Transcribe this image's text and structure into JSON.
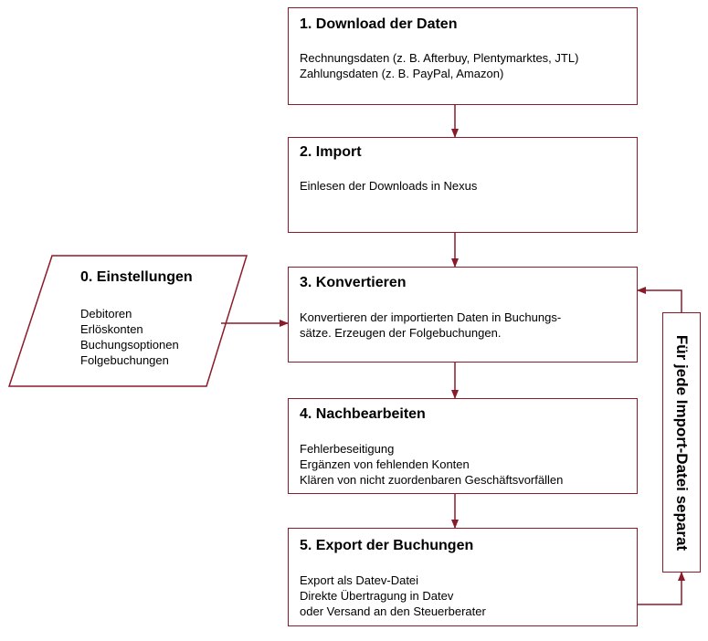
{
  "steps": [
    {
      "title": "1.  Download der Daten",
      "lines": [
        "Rechnungsdaten (z. B. Afterbuy, Plentymarktes, JTL)",
        "Zahlungsdaten (z. B. PayPal, Amazon)"
      ]
    },
    {
      "title": "2.  Import",
      "lines": [
        "Einlesen der Downloads in Nexus"
      ]
    },
    {
      "title": "3.  Konvertieren",
      "lines": [
        "Konvertieren der importierten Daten in Buchungs-",
        "sätze. Erzeugen der Folgebuchungen."
      ]
    },
    {
      "title": "4.  Nachbearbeiten",
      "lines": [
        "Fehlerbeseitigung",
        "Ergänzen von fehlenden Konten",
        "Klären von nicht zuordenbaren Geschäftsvorfällen"
      ]
    },
    {
      "title": "5.  Export der Buchungen",
      "lines": [
        "Export als Datev-Datei",
        "Direkte Übertragung in Datev",
        "oder Versand an den Steuerberater"
      ]
    }
  ],
  "settings": {
    "title": "0. Einstellungen",
    "lines": [
      "Debitoren",
      "Erlöskonten",
      "Buchungsoptionen",
      "Folgebuchungen"
    ]
  },
  "loop_label": "Für jede Import-Datei separat",
  "colors": {
    "accent": "#8b1a2a"
  }
}
